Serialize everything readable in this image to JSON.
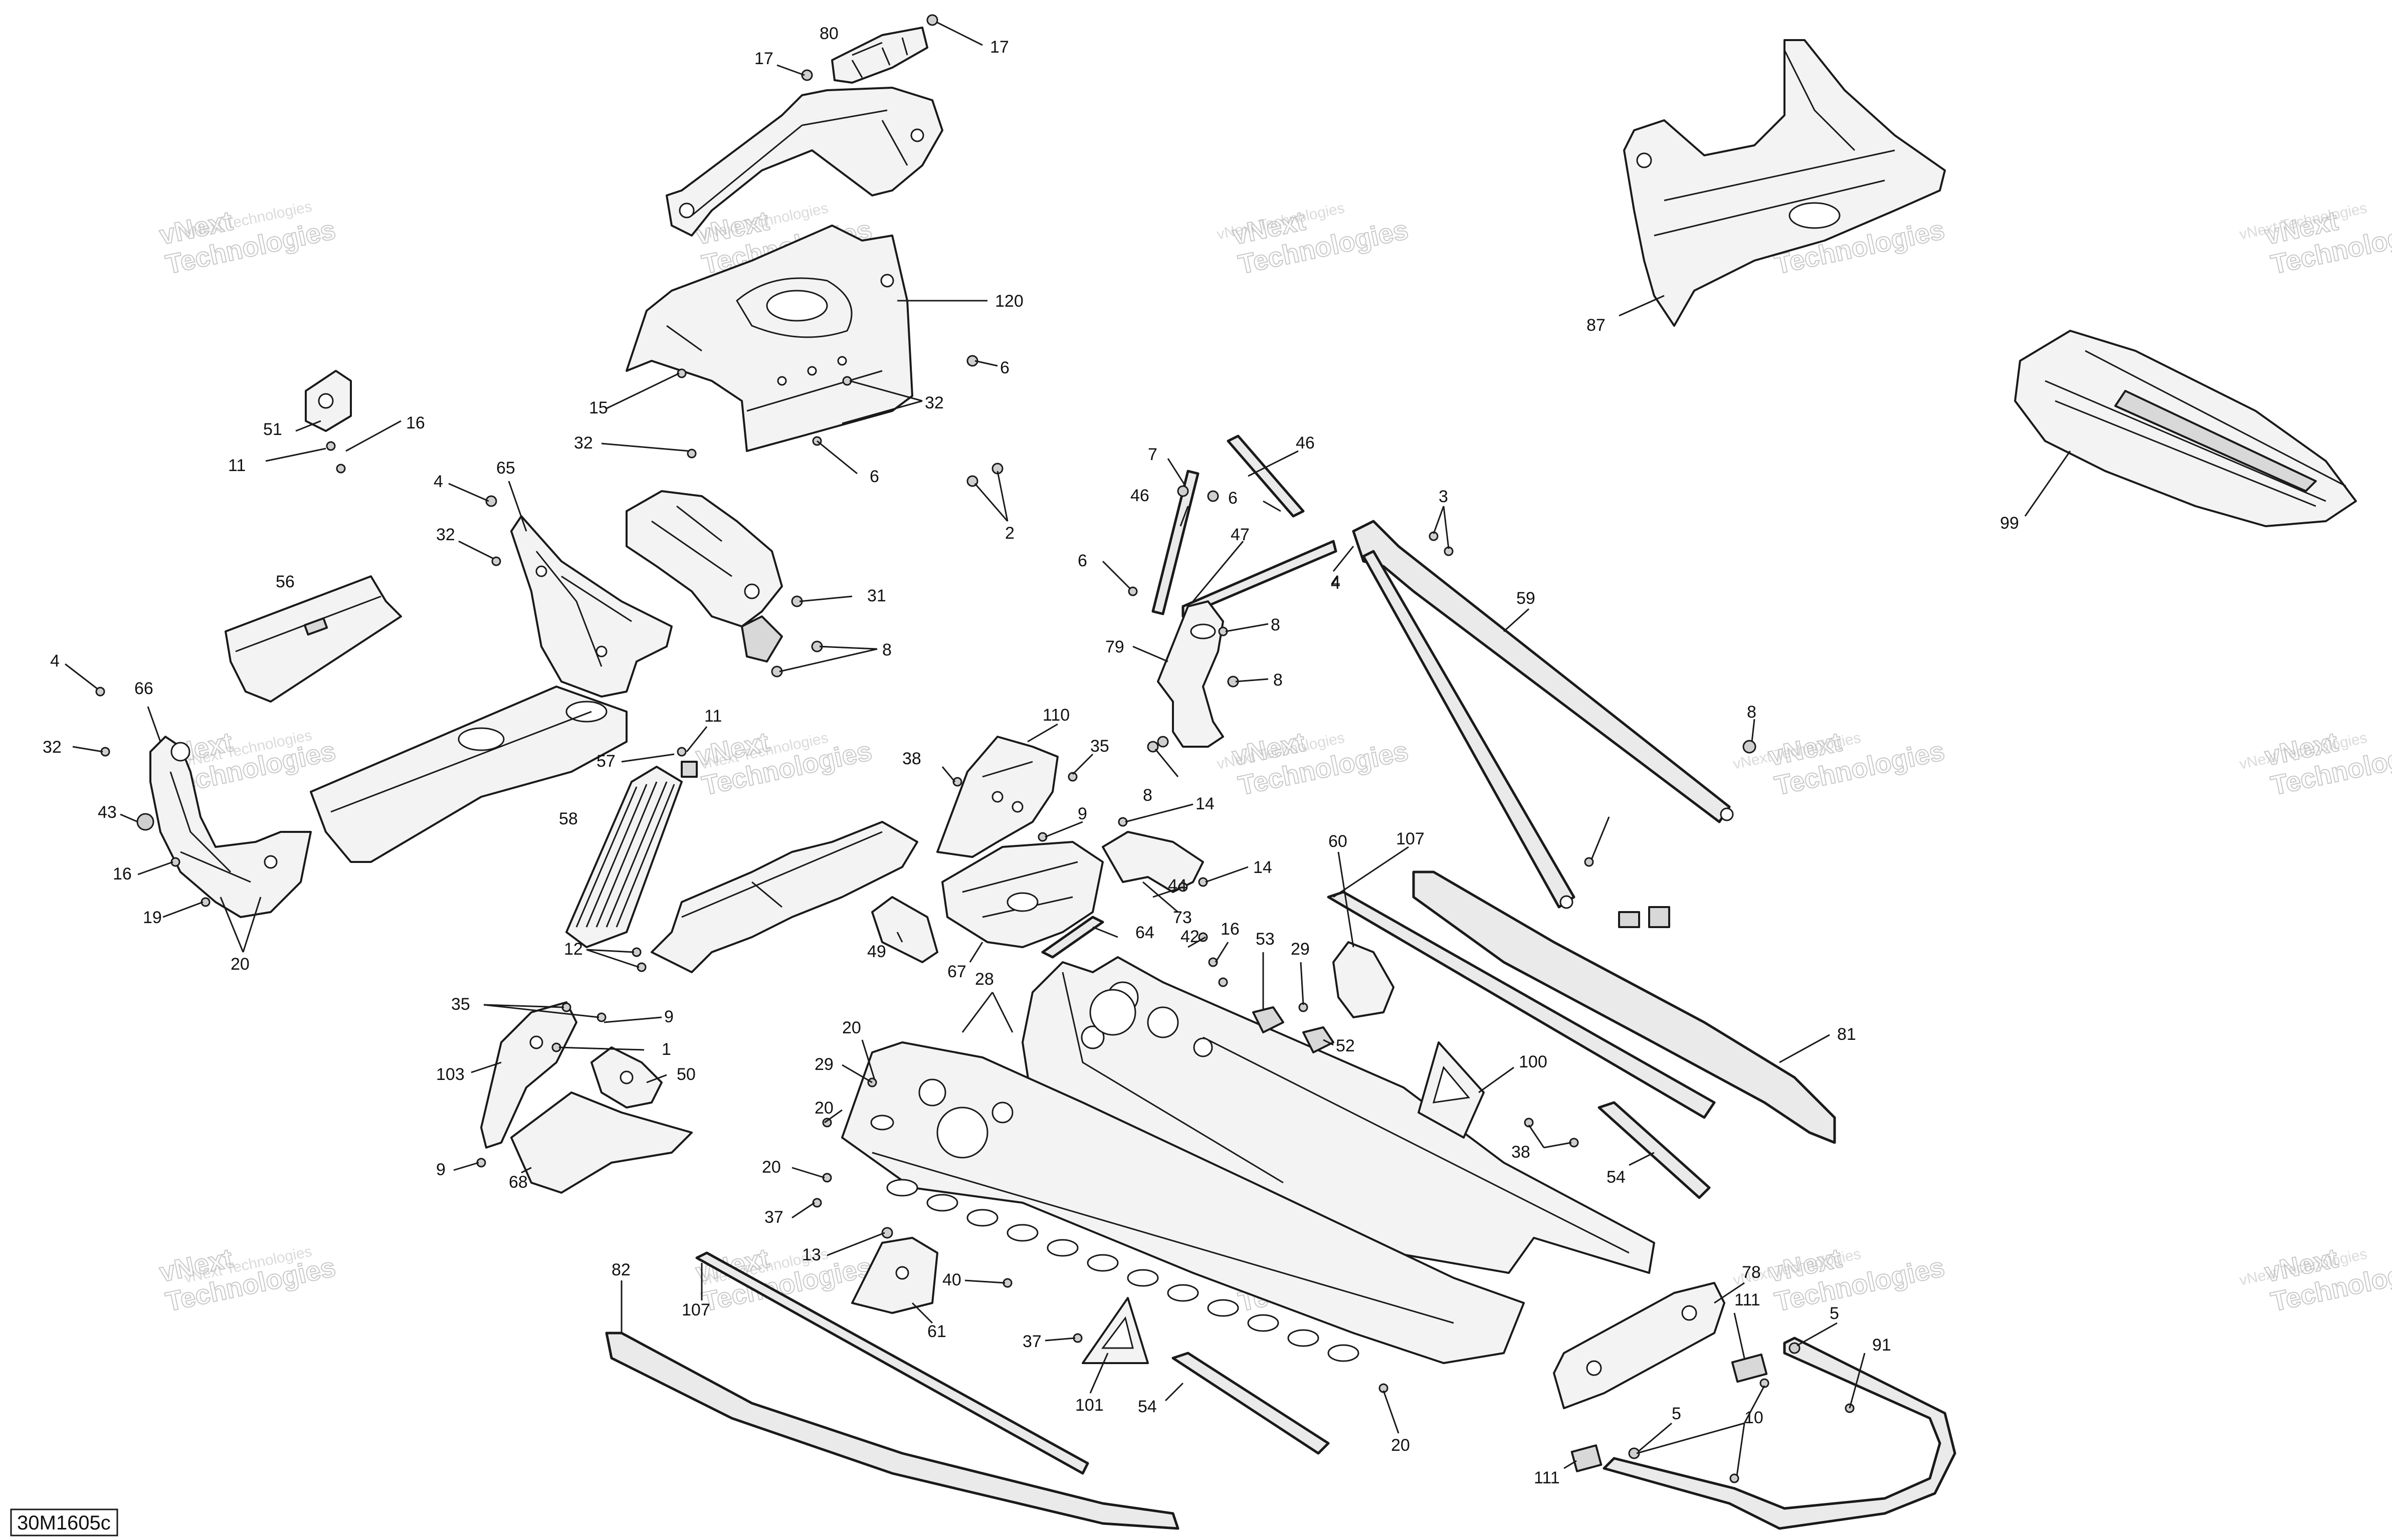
{
  "reference": "30M1605c",
  "watermark": {
    "line1": "vNext Technologies",
    "line2": "vNext",
    "line3": "Technologies"
  },
  "callouts": [
    {
      "id": "80",
      "label": "80"
    },
    {
      "id": "17a",
      "label": "17"
    },
    {
      "id": "17b",
      "label": "17"
    },
    {
      "id": "120",
      "label": "120"
    },
    {
      "id": "6a",
      "label": "6"
    },
    {
      "id": "32a",
      "label": "32"
    },
    {
      "id": "15",
      "label": "15"
    },
    {
      "id": "32b",
      "label": "32"
    },
    {
      "id": "6b",
      "label": "6"
    },
    {
      "id": "2",
      "label": "2"
    },
    {
      "id": "51",
      "label": "51"
    },
    {
      "id": "16a",
      "label": "16"
    },
    {
      "id": "11a",
      "label": "11"
    },
    {
      "id": "4a",
      "label": "4"
    },
    {
      "id": "65",
      "label": "65"
    },
    {
      "id": "32c",
      "label": "32"
    },
    {
      "id": "31",
      "label": "31"
    },
    {
      "id": "8a",
      "label": "8"
    },
    {
      "id": "56",
      "label": "56"
    },
    {
      "id": "4b",
      "label": "4"
    },
    {
      "id": "66",
      "label": "66"
    },
    {
      "id": "32d",
      "label": "32"
    },
    {
      "id": "43",
      "label": "43"
    },
    {
      "id": "16b",
      "label": "16"
    },
    {
      "id": "19",
      "label": "19"
    },
    {
      "id": "20a",
      "label": "20"
    },
    {
      "id": "11b",
      "label": "11"
    },
    {
      "id": "57",
      "label": "57"
    },
    {
      "id": "58",
      "label": "58"
    },
    {
      "id": "12",
      "label": "12"
    },
    {
      "id": "38a",
      "label": "38"
    },
    {
      "id": "110",
      "label": "110"
    },
    {
      "id": "35a",
      "label": "35"
    },
    {
      "id": "9a",
      "label": "9"
    },
    {
      "id": "14a",
      "label": "14"
    },
    {
      "id": "14b",
      "label": "14"
    },
    {
      "id": "44",
      "label": "44"
    },
    {
      "id": "73",
      "label": "73"
    },
    {
      "id": "64",
      "label": "64"
    },
    {
      "id": "49",
      "label": "49"
    },
    {
      "id": "67",
      "label": "67"
    },
    {
      "id": "28",
      "label": "28"
    },
    {
      "id": "42",
      "label": "42"
    },
    {
      "id": "16c",
      "label": "16"
    },
    {
      "id": "53",
      "label": "53"
    },
    {
      "id": "29a",
      "label": "29"
    },
    {
      "id": "60",
      "label": "60"
    },
    {
      "id": "52",
      "label": "52"
    },
    {
      "id": "107a",
      "label": "107"
    },
    {
      "id": "81",
      "label": "81"
    },
    {
      "id": "100",
      "label": "100"
    },
    {
      "id": "38b",
      "label": "38"
    },
    {
      "id": "54a",
      "label": "54"
    },
    {
      "id": "7",
      "label": "7"
    },
    {
      "id": "46a",
      "label": "46"
    },
    {
      "id": "46b",
      "label": "46"
    },
    {
      "id": "6c",
      "label": "6"
    },
    {
      "id": "47",
      "label": "47"
    },
    {
      "id": "6d",
      "label": "6"
    },
    {
      "id": "4c",
      "label": "4"
    },
    {
      "id": "79",
      "label": "79"
    },
    {
      "id": "8b",
      "label": "8"
    },
    {
      "id": "8c",
      "label": "8"
    },
    {
      "id": "3",
      "label": "3"
    },
    {
      "id": "4d",
      "label": "4"
    },
    {
      "id": "59",
      "label": "59"
    },
    {
      "id": "8d",
      "label": "8"
    },
    {
      "id": "8e",
      "label": "8"
    },
    {
      "id": "87",
      "label": "87"
    },
    {
      "id": "99",
      "label": "99"
    },
    {
      "id": "35b",
      "label": "35"
    },
    {
      "id": "9b",
      "label": "9"
    },
    {
      "id": "1",
      "label": "1"
    },
    {
      "id": "103",
      "label": "103"
    },
    {
      "id": "50",
      "label": "50"
    },
    {
      "id": "9c",
      "label": "9"
    },
    {
      "id": "68",
      "label": "68"
    },
    {
      "id": "20b",
      "label": "20"
    },
    {
      "id": "29b",
      "label": "29"
    },
    {
      "id": "20c",
      "label": "20"
    },
    {
      "id": "20d",
      "label": "20"
    },
    {
      "id": "37a",
      "label": "37"
    },
    {
      "id": "13",
      "label": "13"
    },
    {
      "id": "40",
      "label": "40"
    },
    {
      "id": "61",
      "label": "61"
    },
    {
      "id": "82",
      "label": "82"
    },
    {
      "id": "107b",
      "label": "107"
    },
    {
      "id": "37b",
      "label": "37"
    },
    {
      "id": "101",
      "label": "101"
    },
    {
      "id": "54b",
      "label": "54"
    },
    {
      "id": "20e",
      "label": "20"
    },
    {
      "id": "78",
      "label": "78"
    },
    {
      "id": "111a",
      "label": "111"
    },
    {
      "id": "5a",
      "label": "5"
    },
    {
      "id": "91",
      "label": "91"
    },
    {
      "id": "10",
      "label": "10"
    },
    {
      "id": "5b",
      "label": "5"
    },
    {
      "id": "111b",
      "label": "111"
    }
  ]
}
